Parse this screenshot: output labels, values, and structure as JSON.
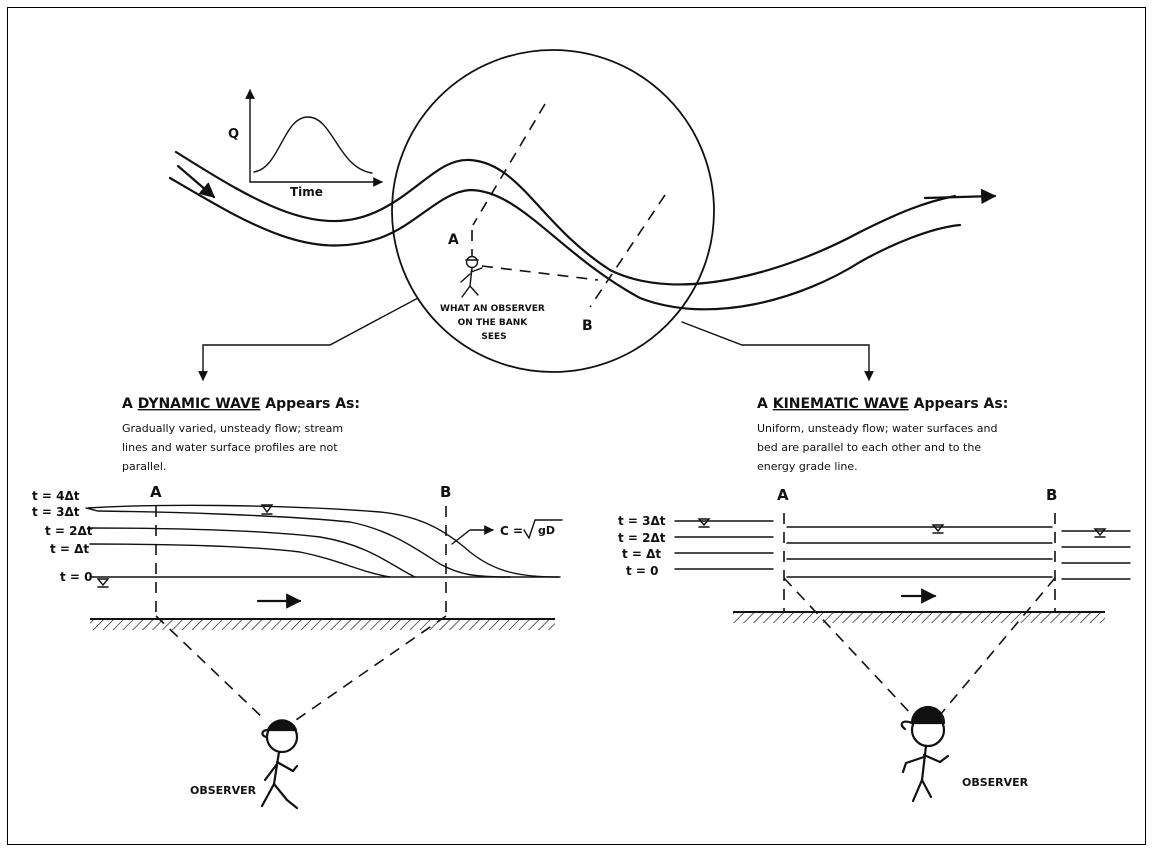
{
  "hydrograph": {
    "y_label": "Q",
    "x_label": "Time"
  },
  "observer_caption": [
    "WHAT AN OBSERVER",
    "ON THE BANK",
    "SEES"
  ],
  "point_a": "A",
  "point_b": "B",
  "dynamic": {
    "title_prefix": "A ",
    "title_key": "DYNAMIC WAVE",
    "title_suffix": " Appears As:",
    "description": [
      "Gradually varied, unsteady flow; stream",
      "lines and water surface profiles are not",
      "parallel."
    ],
    "time_labels": [
      "t = 4Δt",
      "t = 3Δt",
      "t = 2Δt",
      "t = Δt",
      "t = 0"
    ],
    "celerity": "C =",
    "celerity_root": "gD",
    "observer_label": "OBSERVER"
  },
  "kinematic": {
    "title_prefix": "A ",
    "title_key": "KINEMATIC WAVE",
    "title_suffix": " Appears As:",
    "description": [
      "Uniform, unsteady flow; water surfaces and",
      "bed are parallel to each other and to the",
      "energy grade line."
    ],
    "time_labels": [
      "t = 3Δt",
      "t = 2Δt",
      "t = Δt",
      "t = 0"
    ],
    "observer_label": "OBSERVER"
  }
}
